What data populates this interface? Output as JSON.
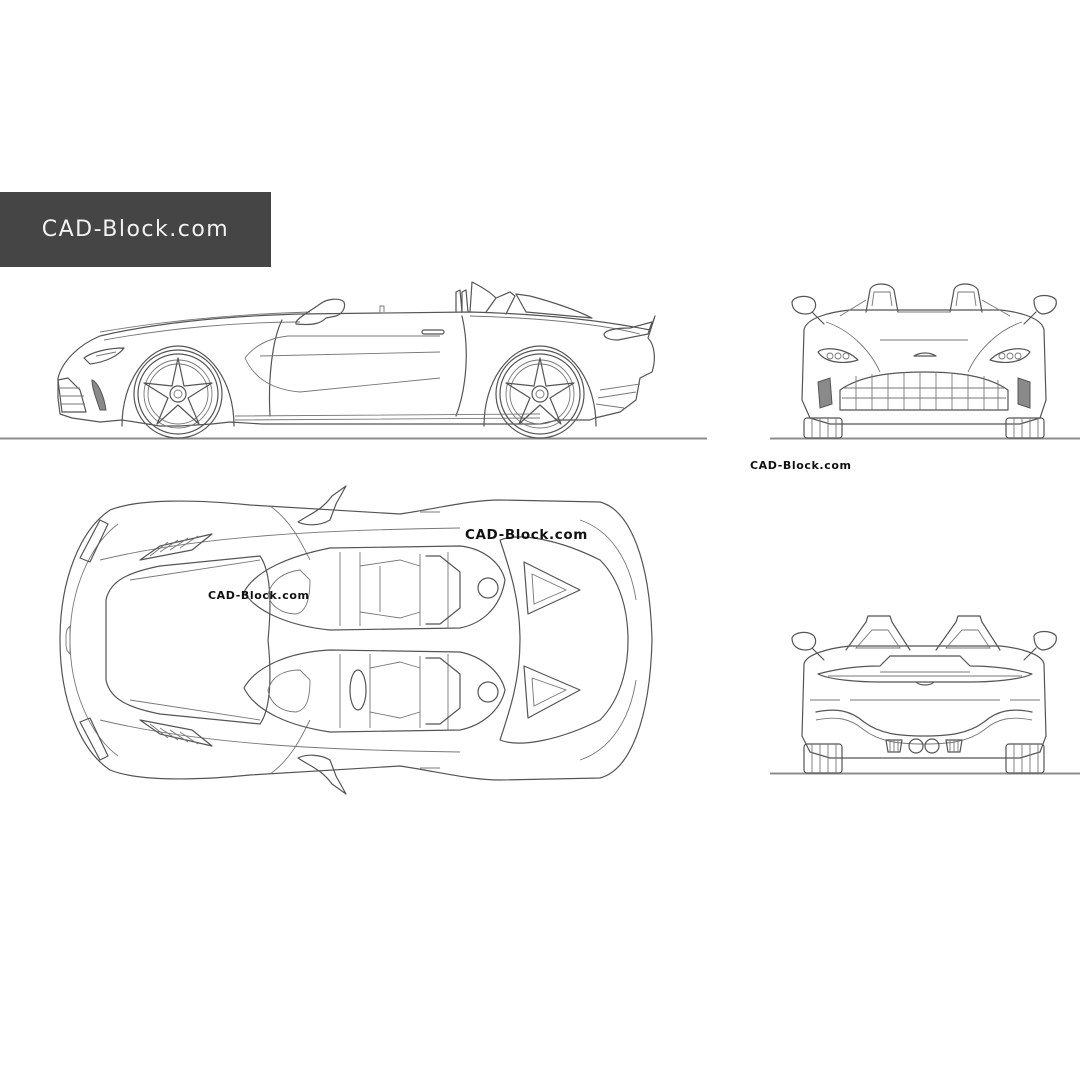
{
  "brand": {
    "banner_text": "CAD-Block.com",
    "banner_bg": "#454545",
    "banner_fg": "#f2f2f2"
  },
  "watermarks": {
    "front_view": "CAD-Block.com",
    "top_view_left": "CAD-Block.com",
    "top_view_right": "CAD-Block.com"
  },
  "drawing": {
    "subject": "two-seat speedster sports car",
    "views": [
      {
        "id": "side",
        "label": "Side elevation"
      },
      {
        "id": "front",
        "label": "Front elevation"
      },
      {
        "id": "top",
        "label": "Plan view"
      },
      {
        "id": "rear",
        "label": "Rear elevation"
      }
    ],
    "line_color": "#555555",
    "ground_color": "#8c8c8c",
    "background": "#ffffff"
  }
}
